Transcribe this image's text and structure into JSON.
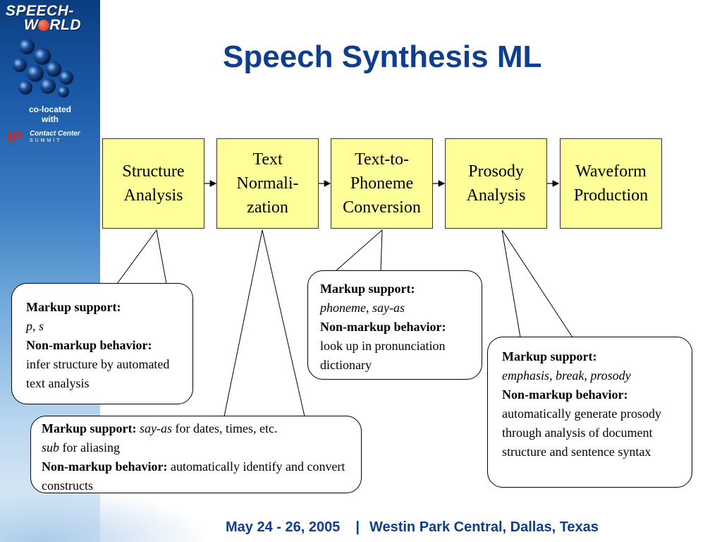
{
  "title": "Speech Synthesis ML",
  "sidebar": {
    "logo_line1": "SPEECH-",
    "logo_line2": "W",
    "logo_line2_rest": "RLD",
    "colocated_line1": "co-located",
    "colocated_line2": "with",
    "partner_mark": "IP",
    "partner_name": "Contact Center",
    "partner_sub": "SUMMIT"
  },
  "boxes": [
    {
      "label": "Structure\nAnalysis"
    },
    {
      "label": "Text\nNormali-\nzation"
    },
    {
      "label": "Text-to-\nPhoneme\nConversion"
    },
    {
      "label": "Prosody\nAnalysis"
    },
    {
      "label": "Waveform\nProduction"
    }
  ],
  "callouts": {
    "structure": {
      "markup_label": "Markup support:",
      "markup_1": "p",
      "sep": ", ",
      "markup_2": "s",
      "behavior_label": "Non-markup behavior:",
      "behavior_text": "infer structure by automated text analysis"
    },
    "normalization": {
      "markup_label": "Markup support:",
      "markup_1": "say-as",
      "markup_1_rest": " for dates, times, etc.",
      "markup_2": "sub",
      "markup_2_rest": " for aliasing",
      "behavior_label": "Non-markup behavior:",
      "behavior_text": " automatically identify and convert constructs"
    },
    "phoneme": {
      "markup_label": "Markup support:",
      "markup_1": "phoneme",
      "sep": ", ",
      "markup_2": "say-as",
      "behavior_label": "Non-markup behavior:",
      "behavior_text": "look up in pronunciation dictionary"
    },
    "prosody": {
      "markup_label": "Markup support:",
      "markup_1": "emphasis",
      "sep1": ", ",
      "markup_2": "break",
      "sep2": ", ",
      "markup_3": "prosody",
      "behavior_label": "Non-markup behavior:",
      "behavior_text": "automatically generate prosody through analysis of document structure and sentence syntax"
    }
  },
  "footer": {
    "dates": "May 24 - 26, 2005",
    "separator": "|",
    "venue": "Westin Park Central, Dallas, Texas"
  }
}
